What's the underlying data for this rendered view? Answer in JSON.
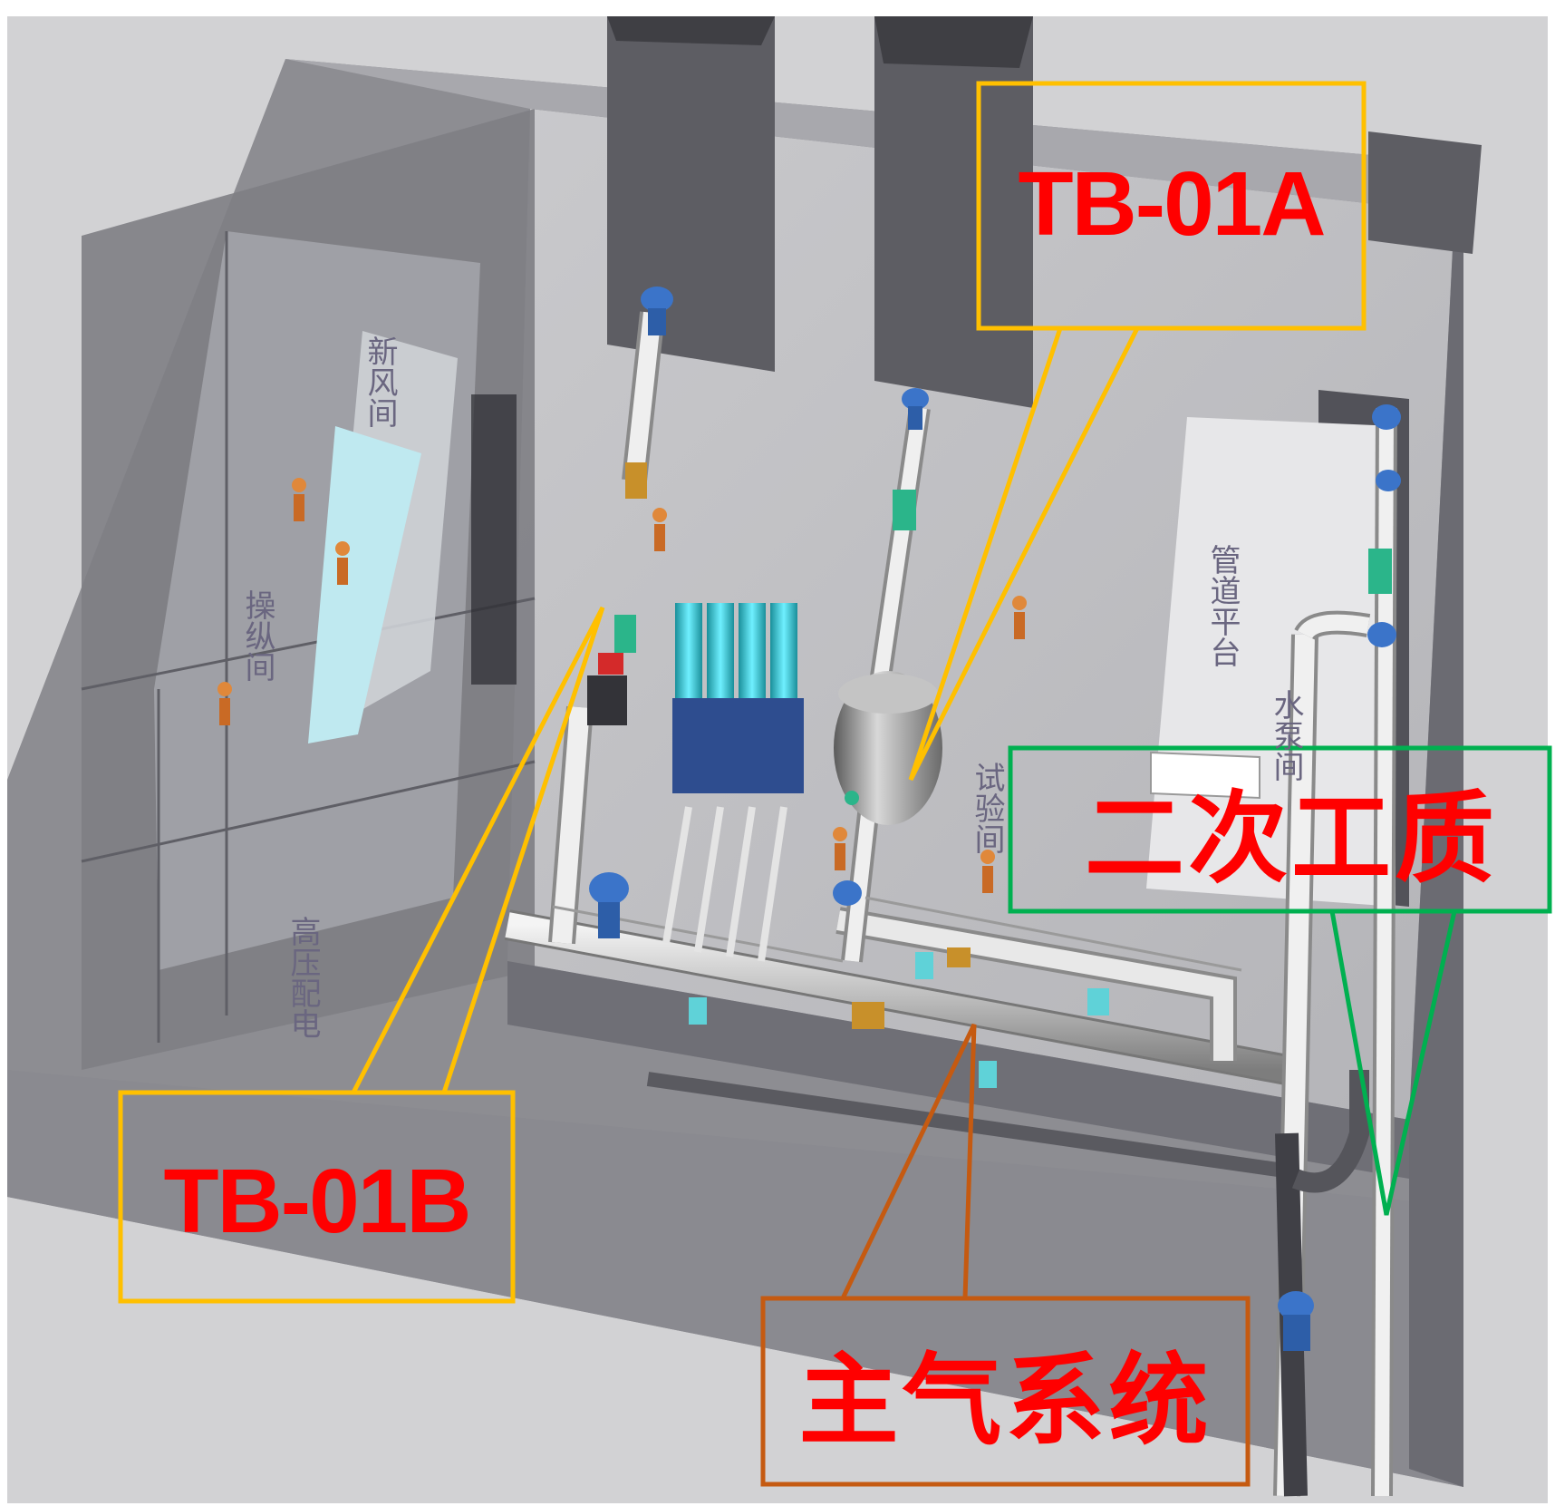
{
  "callouts": {
    "tb01a": {
      "text": "TB-01A",
      "border_color": "#ffc000",
      "text_color": "#ff0000"
    },
    "tb01b": {
      "text": "TB-01B",
      "border_color": "#ffc000",
      "text_color": "#ff0000"
    },
    "secondary": {
      "text": "二次工质",
      "border_color": "#00b050",
      "text_color": "#ff0000"
    },
    "main_steam": {
      "text": "主气系统",
      "border_color": "#c55a11",
      "text_color": "#ff0000"
    }
  },
  "rooms": {
    "control_room": "操纵间",
    "new_room": "新风间",
    "pipe_platform": "管道平台",
    "test_room": "试验间",
    "water_room": "水泵间",
    "hv_room": "高压配电"
  },
  "icons": [
    "valve-icon",
    "cylinder-tank-icon",
    "worker-figure-icon",
    "pipe-flange-icon"
  ]
}
